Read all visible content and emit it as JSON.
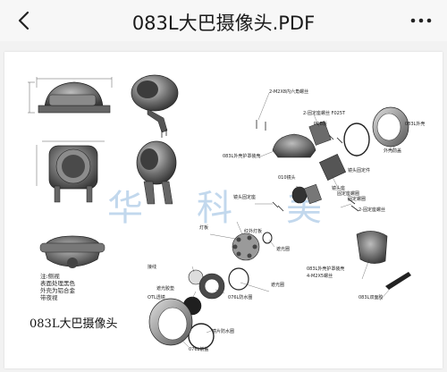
{
  "header": {
    "title": "083L大巴摄像头.PDF",
    "back_icon": "chevron-left-icon",
    "more_icon": "more-dots-icon"
  },
  "document": {
    "title": "083L大巴摄像头",
    "spec_lines": [
      "注:侧视",
      "表面处理黑色",
      "外壳为铝合金",
      "带夜视"
    ],
    "watermark": [
      "华",
      "科",
      "美"
    ],
    "parts": [
      "2-M2X8内六角螺丝",
      "2-固定座螺丝 F025T",
      "PCB板",
      "外壳前盖",
      "083L外壳",
      "镜头座",
      "083L外壳护罩装壳",
      "镜头固定件",
      "010镜头",
      "固定座螺圈",
      "镜头固定座",
      "固定螺圈",
      "2-固定座螺丝",
      "灯板",
      "遮光圈",
      "红外灯板",
      "遮光圈",
      "接线",
      "遮光胶垫",
      "076L防水圈",
      "镜片防水圈",
      "OTL透镜",
      "083L外壳护罩装壳",
      "4-M2X5螺丝",
      "083L双面胶",
      "076L前盖"
    ]
  }
}
